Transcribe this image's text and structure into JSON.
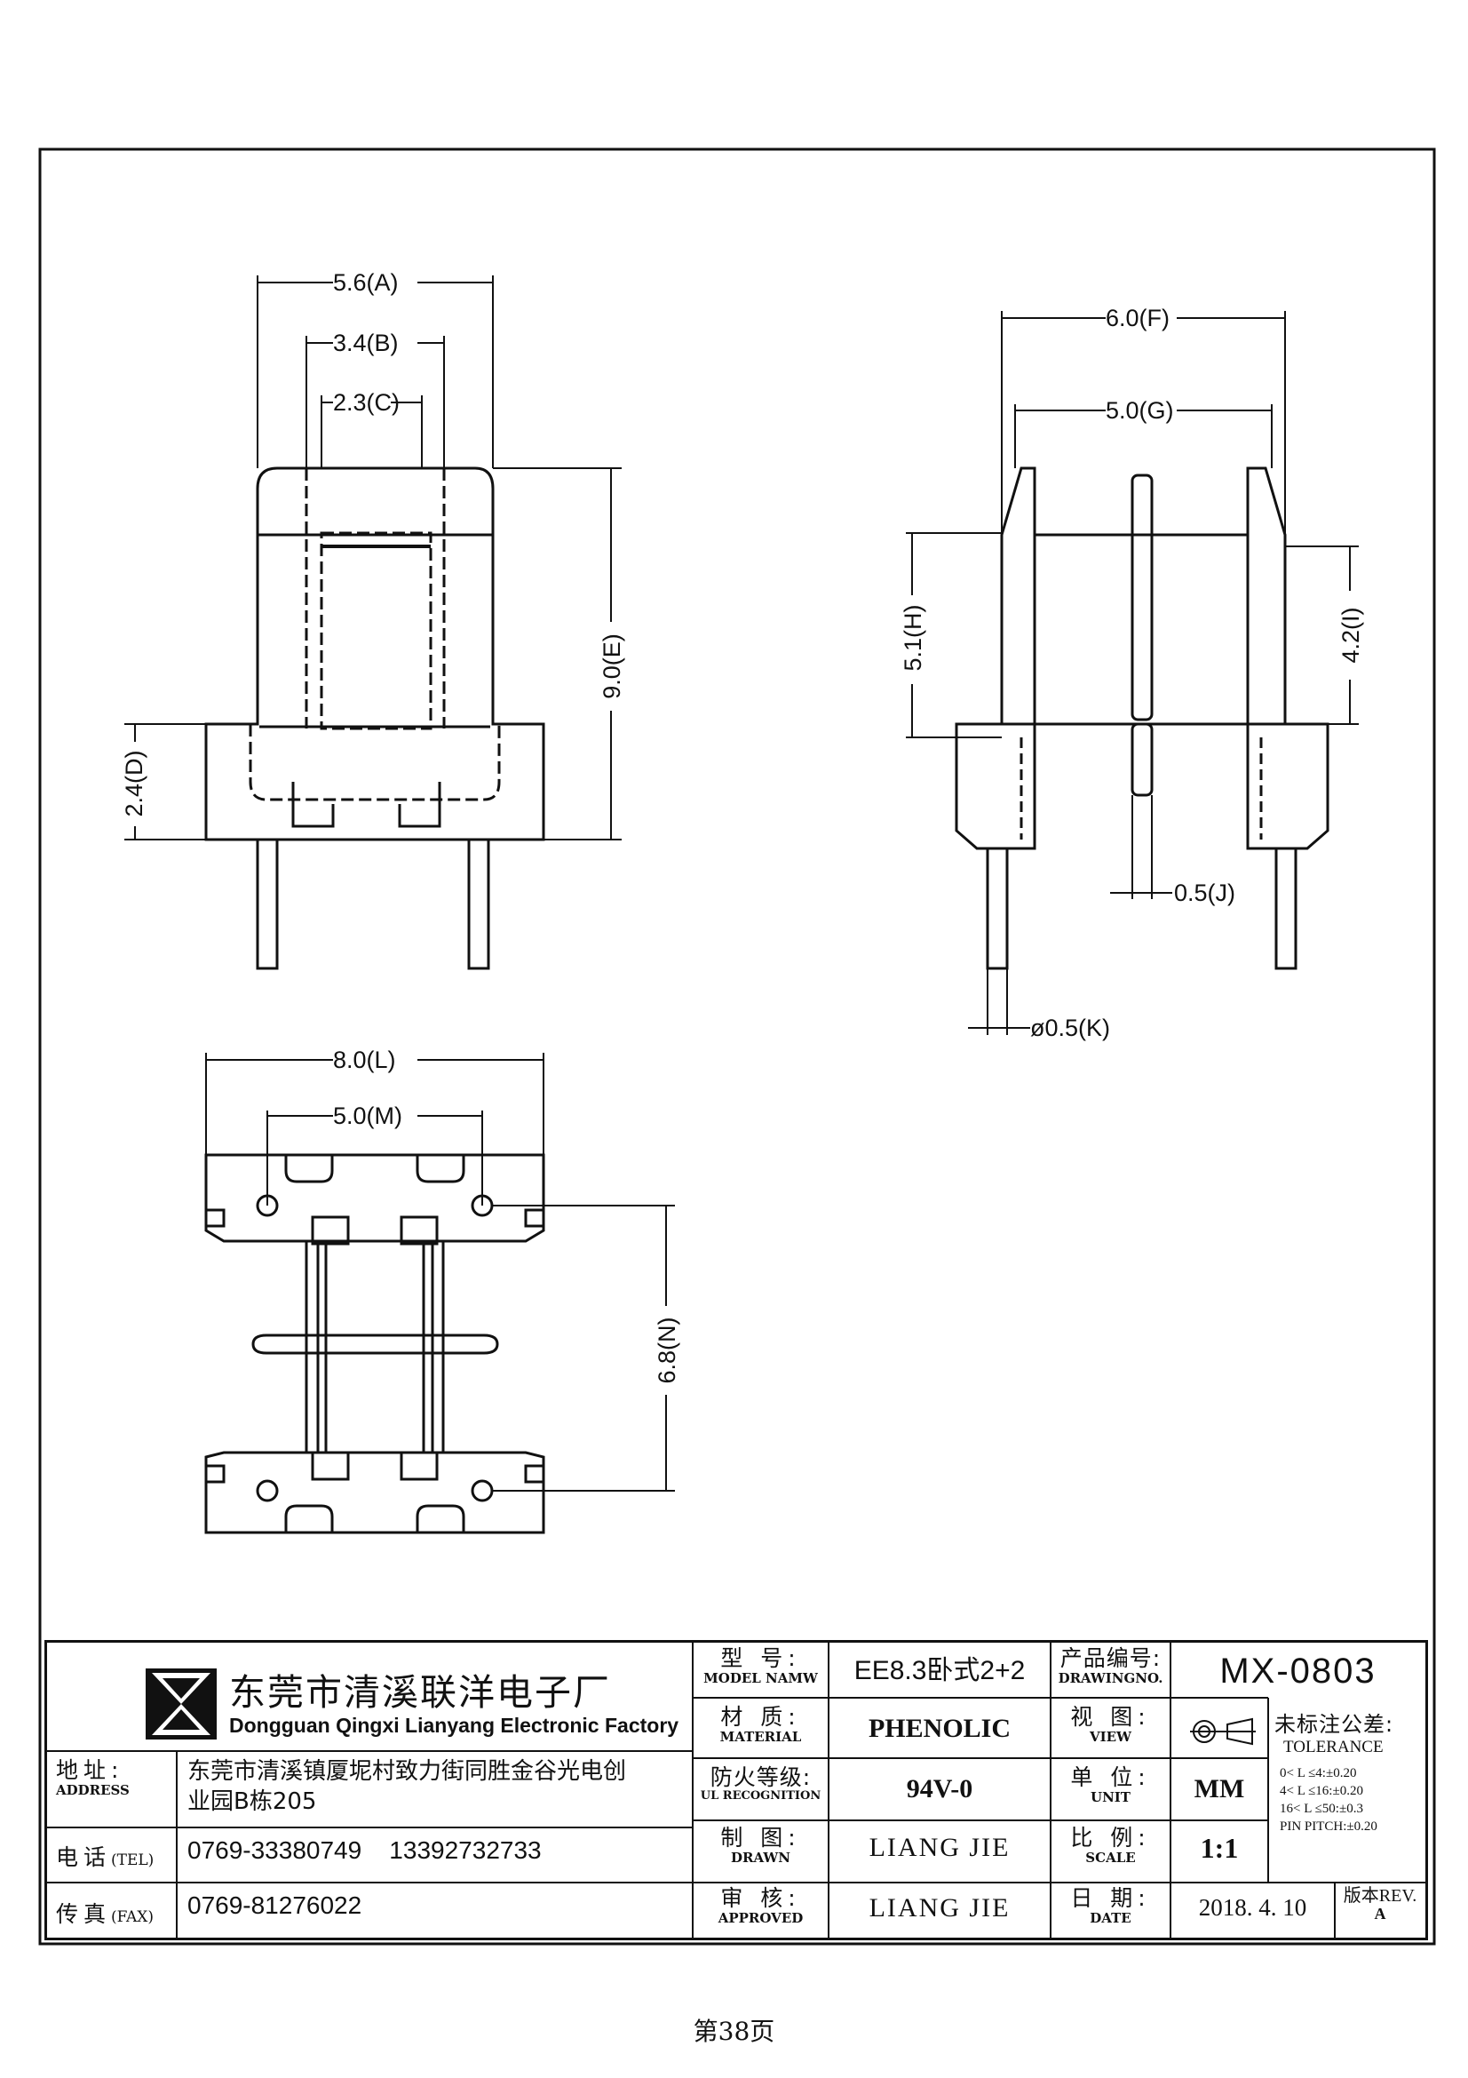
{
  "dimensions": {
    "A": "5.6(A)",
    "B": "3.4(B)",
    "C": "2.3(C)",
    "D": "2.4(D)",
    "E": "9.0(E)",
    "F": "6.0(F)",
    "G": "5.0(G)",
    "H": "5.1(H)",
    "I": "4.2(I)",
    "J": "0.5(J)",
    "K": "ø0.5(K)",
    "L": "8.0(L)",
    "M": "5.0(M)",
    "N": "6.8(N)"
  },
  "company": {
    "name_cn": "东莞市清溪联洋电子厂",
    "name_en": "Dongguan Qingxi Lianyang Electronic Factory",
    "logo": "hourglass-logo"
  },
  "contact": {
    "address_label_cn": "地址:",
    "address_label_en": "ADDRESS",
    "address_line1": "东莞市清溪镇厦坭村致力街同胜金谷光电创",
    "address_line2": "业园B栋205",
    "tel_label_cn": "电话",
    "tel_label_en": "(TEL)",
    "tel_value": "0769-33380749    13392732733",
    "fax_label_cn": "传真",
    "fax_label_en": "(FAX)",
    "fax_value": "0769-81276022"
  },
  "specs": {
    "model_label_cn": "型 号:",
    "model_label_en": "MODEL NAMW",
    "model_value": "EE8.3卧式2+2",
    "material_label_cn": "材 质:",
    "material_label_en": "MATERIAL",
    "material_value": "PHENOLIC",
    "ul_label_cn": "防火等级:",
    "ul_label_en": "UL RECOGNITION",
    "ul_value": "94V-0",
    "drawn_label_cn": "制 图:",
    "drawn_label_en": "DRAWN",
    "drawn_value": "LIANG JIE",
    "approved_label_cn": "审 核:",
    "approved_label_en": "APPROVED",
    "approved_value": "LIANG JIE",
    "drawingno_label_cn": "产品编号:",
    "drawingno_label_en": "DRAWINGNO.",
    "drawingno_value": "MX-0803",
    "view_label_cn": "视 图:",
    "view_label_en": "VIEW",
    "unit_label_cn": "单 位:",
    "unit_label_en": "UNIT",
    "unit_value": "MM",
    "scale_label_cn": "比 例:",
    "scale_label_en": "SCALE",
    "scale_value": "1:1",
    "date_label_cn": "日 期:",
    "date_label_en": "DATE",
    "date_value": "2018. 4. 10",
    "tolerance_label_cn": "未标注公差:",
    "tolerance_label_en": "TOLERANCE",
    "tolerance_lines": [
      "0< L ≤4:±0.20",
      "4< L ≤16:±0.20",
      "16< L ≤50:±0.3",
      "PIN PITCH:±0.20"
    ],
    "rev_label": "版本REV.",
    "rev_value": "A"
  },
  "footer": {
    "page": "第38页"
  }
}
